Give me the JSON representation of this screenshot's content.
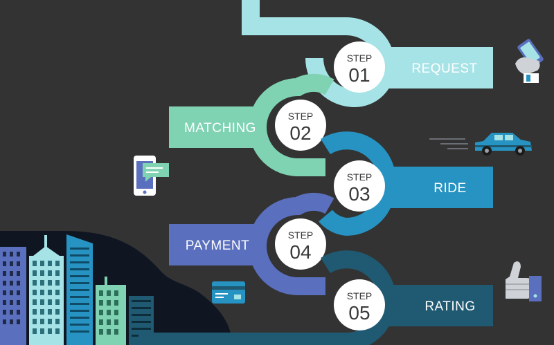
{
  "colors": {
    "background": "#333333",
    "step1": "#a6e3e6",
    "step2": "#7fd3b3",
    "step3": "#2793c2",
    "step4": "#5a6fbd",
    "step5": "#1f5a72",
    "badge": "#ffffff",
    "city_dark": "#0f1622"
  },
  "steps": [
    {
      "label": "STEP",
      "number": "01",
      "title": "REQUEST",
      "icon": "hand-phone-icon"
    },
    {
      "label": "STEP",
      "number": "02",
      "title": "MATCHING",
      "icon": "phone-chat-icon"
    },
    {
      "label": "STEP",
      "number": "03",
      "title": "RIDE",
      "icon": "car-icon"
    },
    {
      "label": "STEP",
      "number": "04",
      "title": "PAYMENT",
      "icon": "credit-card-icon"
    },
    {
      "label": "STEP",
      "number": "05",
      "title": "RATING",
      "icon": "thumbs-up-icon"
    }
  ]
}
